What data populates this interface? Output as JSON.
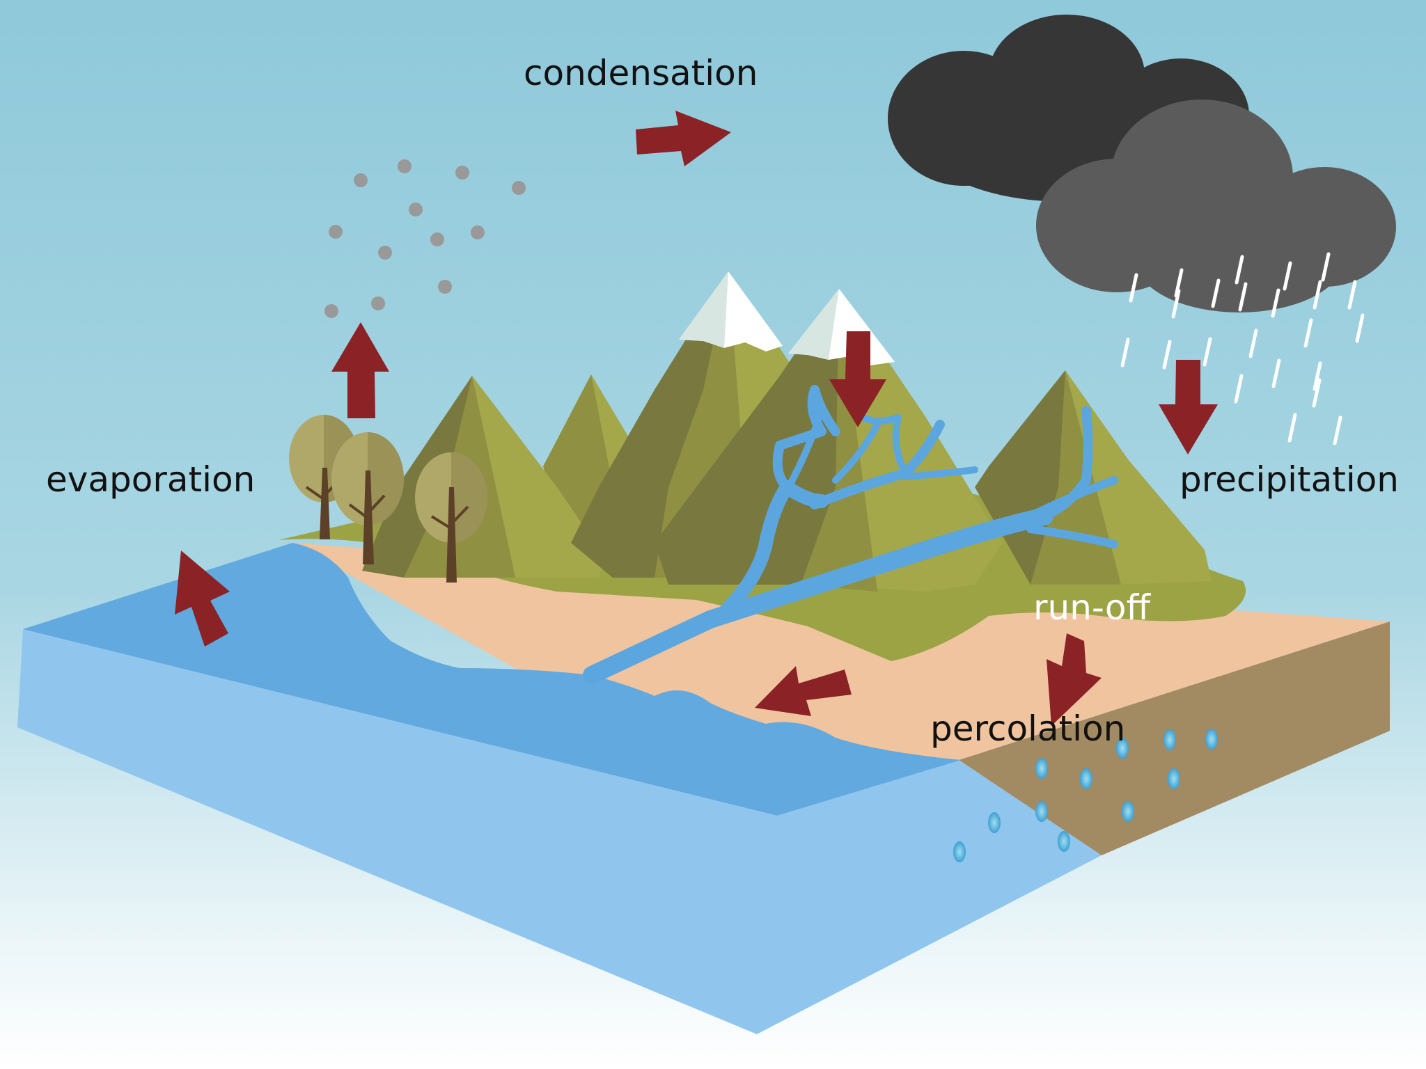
{
  "labels": {
    "condensation": "condensation",
    "evaporation": "evaporation",
    "precipitation": "precipitation",
    "run_off": "run-off",
    "percolation": "percolation"
  },
  "colors": {
    "sky_top": "#8fc9da",
    "sky_bottom": "#ffffff",
    "water_top": "#62a9df",
    "water_side": "#90c6ee",
    "sand": "#efc49f",
    "soil_side": "#a28a63",
    "grass": "#9ba345",
    "mountain_dark": "#78783f",
    "mountain_mid": "#8f9042",
    "mountain_light": "#a5a74b",
    "snow": "#ffffff",
    "river": "#5ba6df",
    "arrow": "#8a2226",
    "cloud_dark": "#363636",
    "cloud_mid": "#5b5b5b",
    "vapor_dot": "#999999",
    "label_dark": "#111111",
    "label_light": "#ffffff"
  }
}
